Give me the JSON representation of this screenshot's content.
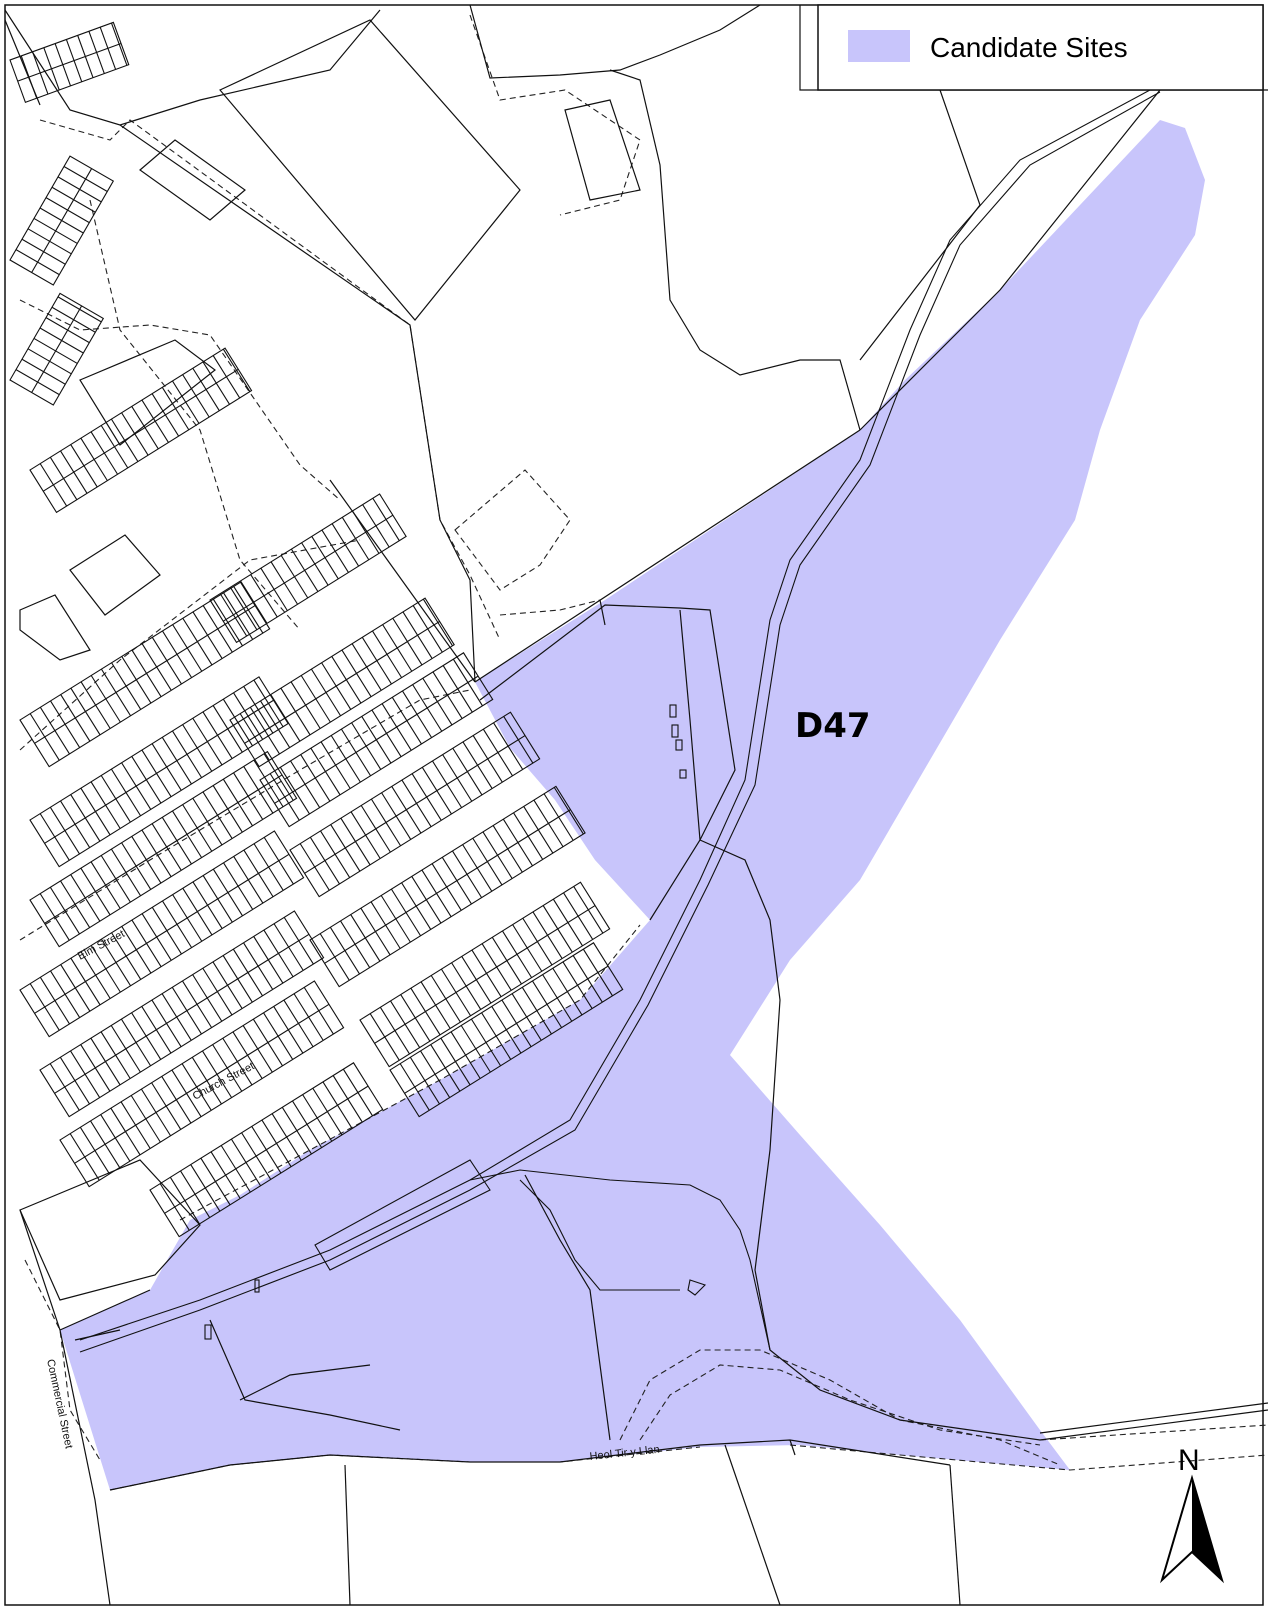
{
  "map": {
    "legend": {
      "label": "Candidate Sites",
      "swatch_color": "#c8c5fb"
    },
    "site": {
      "label": "D47",
      "fill_color": "#c8c5fb"
    },
    "streets": {
      "elm": "Elm Street",
      "church": "Church Street",
      "commercial": "Commercial Street",
      "heol": "Heol Tir y Llan"
    },
    "north_arrow": {
      "letter": "N",
      "icon": "north-arrow-icon"
    }
  }
}
